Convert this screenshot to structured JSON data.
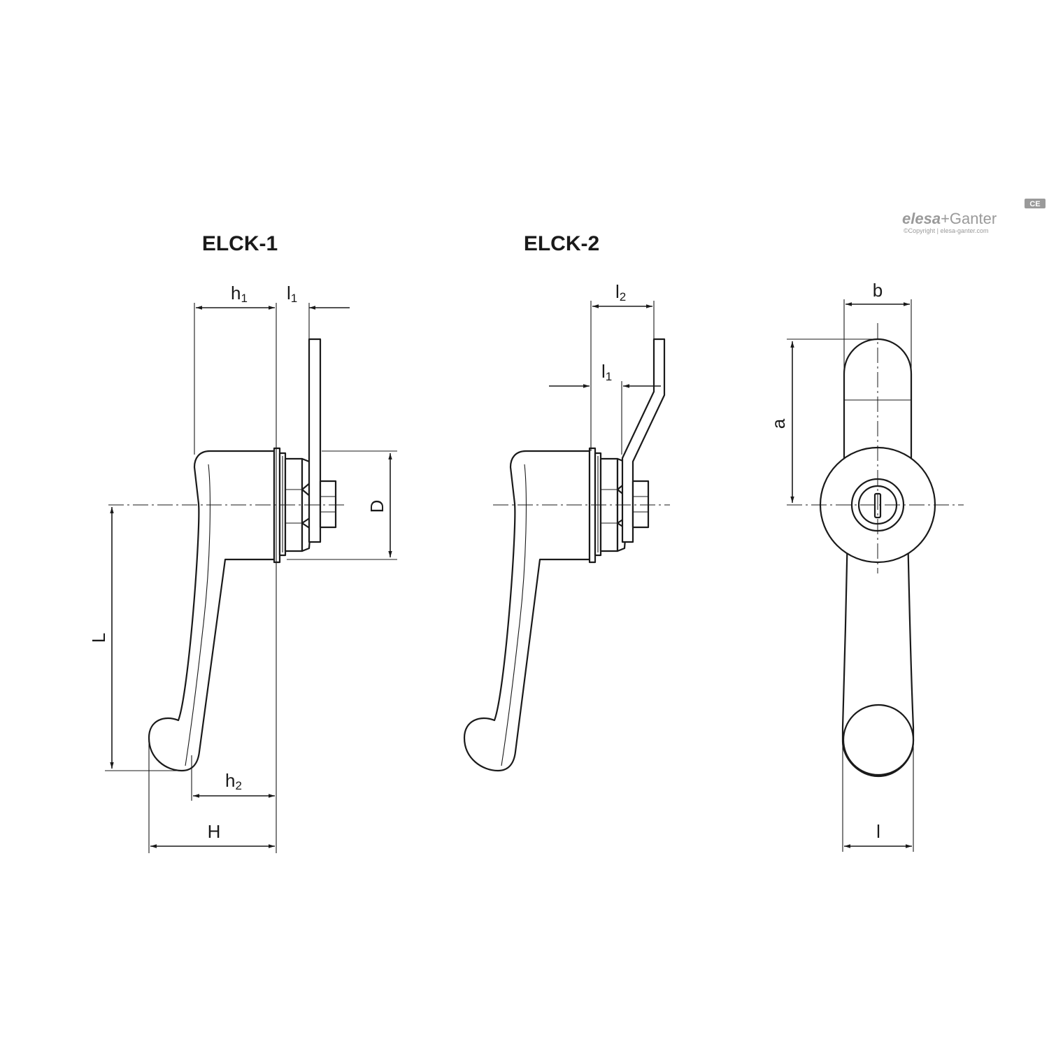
{
  "titles": {
    "elck1": "ELCK-1",
    "elck2": "ELCK-2"
  },
  "brand": {
    "name_bold": "elesa",
    "name_plus": "+",
    "name_rest": "Ganter",
    "mark": "CE",
    "copyright": "©Copyright | elesa-ganter.com"
  },
  "dimensions": {
    "h1": {
      "letter": "h",
      "sub": "1"
    },
    "l1_a": {
      "letter": "l",
      "sub": "1"
    },
    "D": "D",
    "L": "L",
    "h2": {
      "letter": "h",
      "sub": "2"
    },
    "H": "H",
    "l2": {
      "letter": "l",
      "sub": "2"
    },
    "l1_b": {
      "letter": "l",
      "sub": "1"
    },
    "b": "b",
    "a": "a",
    "l": "l"
  }
}
